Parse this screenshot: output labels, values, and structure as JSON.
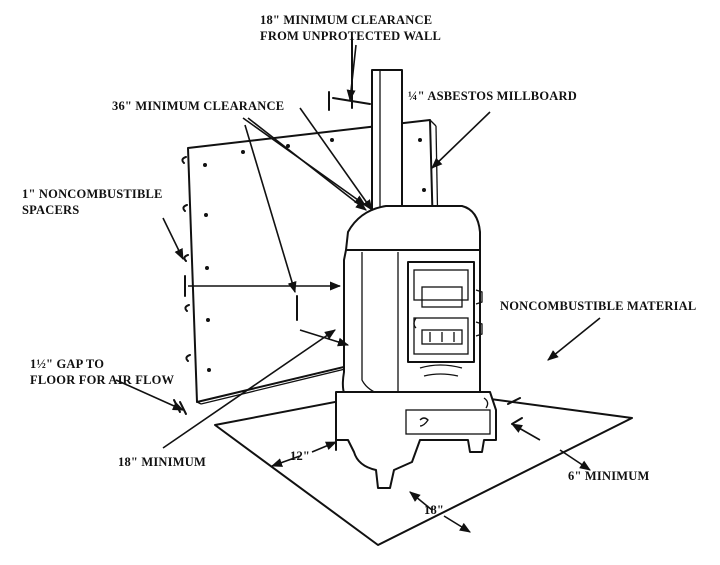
{
  "labels": {
    "wall_clearance_line1": "18\" MINIMUM CLEARANCE",
    "wall_clearance_line2": "FROM UNPROTECTED WALL",
    "min_clearance_36": "36\" MINIMUM CLEARANCE",
    "millboard": "¼\" ASBESTOS MILLBOARD",
    "spacers_line1": "1\" NONCOMBUSTIBLE",
    "spacers_line2": "SPACERS",
    "noncombustible_material": "NONCOMBUSTIBLE MATERIAL",
    "gap_line1": "1½\" GAP TO",
    "gap_line2": "FLOOR FOR AIR FLOW",
    "min_18": "18\" MINIMUM",
    "dim_12": "12\"",
    "min_6": "6\" MINIMUM",
    "dim_18": "18\""
  }
}
